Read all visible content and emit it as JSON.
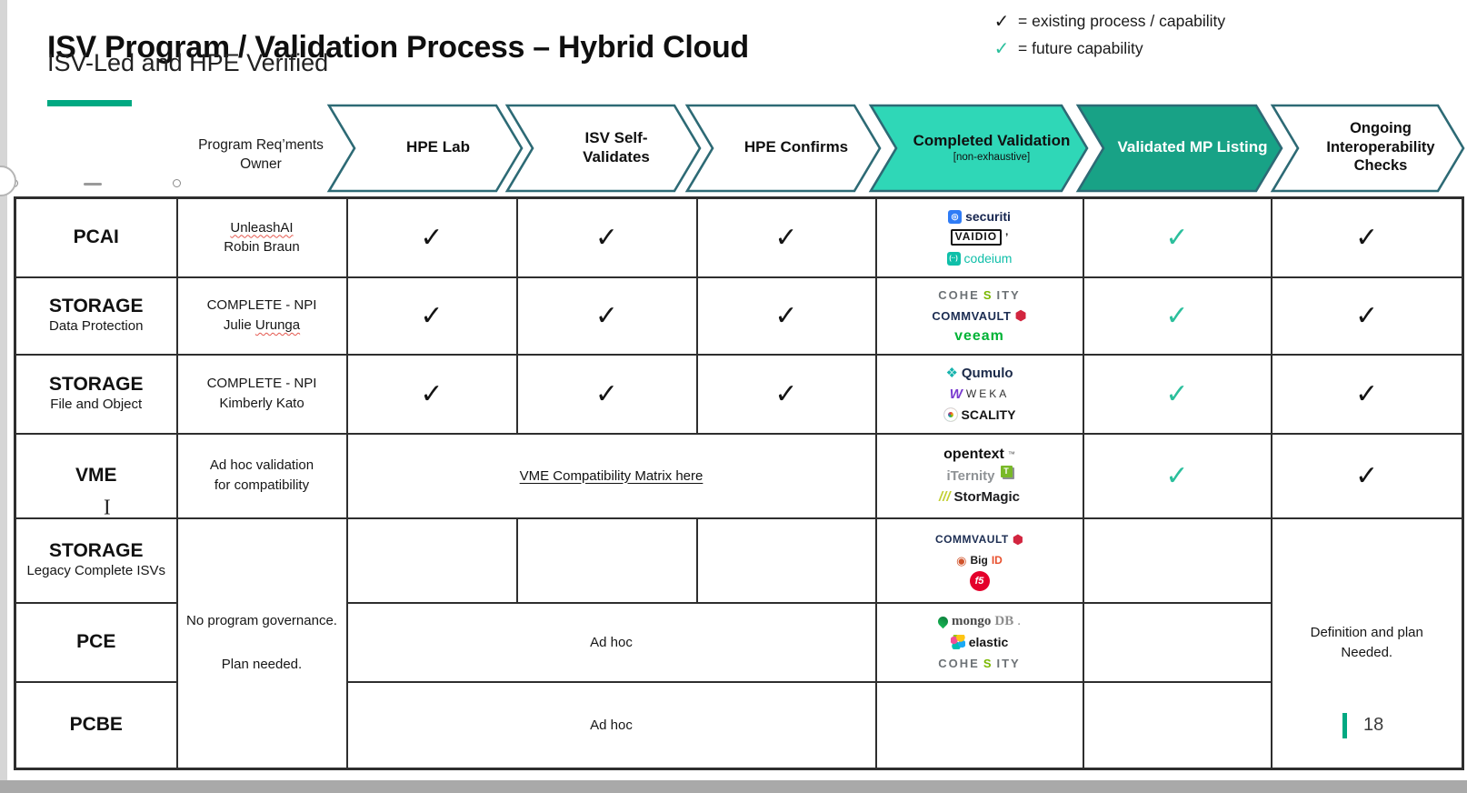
{
  "title": "ISV Program / Validation Process – Hybrid Cloud",
  "subtitle": "ISV-Led and HPE Verified",
  "legend": {
    "items": [
      {
        "check": "✓",
        "label": "= existing process / capability"
      },
      {
        "check": "✓",
        "label": "= future capability"
      }
    ]
  },
  "header": {
    "owner": "Program Req’ments Owner",
    "steps": [
      {
        "label": "HPE Lab"
      },
      {
        "label": "ISV Self-Validates"
      },
      {
        "label": "HPE Confirms"
      },
      {
        "label": "Completed Validation",
        "sublabel": "[non-exhaustive]"
      },
      {
        "label": "Validated MP Listing"
      },
      {
        "label": "Ongoing Interoperability Checks"
      }
    ]
  },
  "colors": {
    "hpe_green": "#01a982",
    "chevron_outline": "#2d6a75",
    "completed_fill": "#2fd7b7",
    "validated_fill": "#18a286",
    "future_check_green": "#2bbf9c",
    "existing_check_black": "#1a1a1a"
  },
  "rows": {
    "pcai": {
      "cat": "PCAI",
      "owner1": "UnleashAI",
      "owner2": "Robin Braun",
      "lab": "✓",
      "self": "✓",
      "confirms": "✓",
      "mp": "✓",
      "interop": "✓",
      "logos": [
        {
          "name": "securiti",
          "icon": {
            "type": "sq",
            "bg": "#2f7cf6",
            "glyph": "◎",
            "fg": "#ffffff"
          },
          "parts": [
            {
              "t": "securiti",
              "c": "#16254f",
              "b": 1,
              "s": 14
            }
          ]
        },
        {
          "name": "vaidio",
          "parts": [
            {
              "t": "VAIDIO",
              "c": "#121212",
              "b": 1,
              "s": 12,
              "ls": 1,
              "box": 1
            },
            {
              "t": "’",
              "c": "#121212",
              "b": 1,
              "s": 12
            }
          ]
        },
        {
          "name": "codeium",
          "icon": {
            "type": "sq",
            "bg": "#0fbfa9",
            "glyph": "(··)",
            "fg": "#ffffff",
            "s": 7
          },
          "parts": [
            {
              "t": "codeium",
              "c": "#10bfa9",
              "s": 14
            }
          ]
        }
      ]
    },
    "storage_dp": {
      "cat": "STORAGE",
      "sub": "Data Protection",
      "owner1": "COMPLETE - NPI",
      "owner2a": "Julie",
      "owner2b": "Urunga",
      "lab": "✓",
      "self": "✓",
      "confirms": "✓",
      "mp": "✓",
      "interop": "✓",
      "logos": [
        {
          "name": "cohesity",
          "parts": [
            {
              "t": "COHE",
              "c": "#6d7276",
              "b": 1,
              "s": 13,
              "ls": 2
            },
            {
              "t": "S",
              "c": "#7ab800",
              "b": 1,
              "s": 13,
              "ls": 2
            },
            {
              "t": "ITY",
              "c": "#6d7276",
              "b": 1,
              "s": 13,
              "ls": 2
            }
          ]
        },
        {
          "name": "commvault",
          "icon": {
            "type": "glyph",
            "glyph": "⬢",
            "c": "#d2253f",
            "s": 15,
            "after": 1
          },
          "parts": [
            {
              "t": "COMMVAULT",
              "c": "#1c2d52",
              "b": 1,
              "s": 13,
              "ls": 0.5
            }
          ]
        },
        {
          "name": "veeam",
          "parts": [
            {
              "t": "veeam",
              "c": "#00b336",
              "b": 1,
              "s": 16,
              "ls": 1
            }
          ]
        }
      ]
    },
    "storage_fo": {
      "cat": "STORAGE",
      "sub": "File and Object",
      "owner1": "COMPLETE - NPI",
      "owner2": "Kimberly Kato",
      "lab": "✓",
      "self": "✓",
      "confirms": "✓",
      "mp": "✓",
      "interop": "✓",
      "logos": [
        {
          "name": "qumulo",
          "icon": {
            "type": "glyph",
            "glyph": "❖",
            "c": "#17b3ad",
            "s": 15
          },
          "parts": [
            {
              "t": "Qumulo",
              "c": "#1c2b4a",
              "b": 1,
              "s": 15
            }
          ]
        },
        {
          "name": "weka",
          "icon": {
            "type": "glyph",
            "glyph": "W",
            "c": "#7a3bd0",
            "s": 15,
            "b": 1,
            "i": 1
          },
          "parts": [
            {
              "t": "WEKA",
              "c": "#303030",
              "s": 12,
              "ls": 3
            }
          ]
        },
        {
          "name": "scality",
          "icon": {
            "type": "ring"
          },
          "parts": [
            {
              "t": "SCALITY",
              "c": "#141414",
              "b": 1,
              "s": 14
            }
          ]
        }
      ]
    },
    "vme": {
      "cat": "VME",
      "owner1": "Ad hoc validation",
      "owner2": "for compatibility",
      "link": "VME Compatibility Matrix here",
      "mp": "✓",
      "interop": "✓",
      "logos": [
        {
          "name": "opentext",
          "parts": [
            {
              "t": "opentext",
              "c": "#101010",
              "b": 1,
              "s": 16
            },
            {
              "t": "™",
              "c": "#555555",
              "s": 8,
              "sup": 1
            }
          ]
        },
        {
          "name": "iternity",
          "icon": {
            "type": "tee",
            "glyph": "T",
            "after": 1
          },
          "parts": [
            {
              "t": "iTernity",
              "c": "#8f9396",
              "b": 1,
              "s": 15
            }
          ]
        },
        {
          "name": "stormagic",
          "parts": [
            {
              "t": "///",
              "c": "#c2cf30",
              "b": 1,
              "i": 1,
              "s": 15
            },
            {
              "t": "StorMagic",
              "c": "#1c1c1e",
              "b": 1,
              "s": 15
            }
          ]
        }
      ]
    },
    "storage_legacy": {
      "cat": "STORAGE",
      "sub": "Legacy Complete ISVs",
      "logos": [
        {
          "name": "commvault",
          "icon": {
            "type": "glyph",
            "glyph": "⬢",
            "c": "#d2253f",
            "s": 14,
            "after": 1
          },
          "parts": [
            {
              "t": "COMMVAULT",
              "c": "#1c2d52",
              "b": 1,
              "s": 12,
              "ls": 0.5
            }
          ]
        },
        {
          "name": "bigid",
          "icon": {
            "type": "glyph",
            "glyph": "◉",
            "c": "#d0542c",
            "s": 13
          },
          "parts": [
            {
              "t": "Big",
              "c": "#1c1c1c",
              "b": 1,
              "s": 12
            },
            {
              "t": "ID",
              "c": "#e8502e",
              "b": 1,
              "s": 12
            }
          ]
        },
        {
          "name": "f5",
          "icon": {
            "type": "ball",
            "glyph": "f5"
          }
        }
      ]
    },
    "pce": {
      "cat": "PCE",
      "adhoc": "Ad hoc",
      "logos": [
        {
          "name": "mongodb",
          "icon": {
            "type": "leaf"
          },
          "parts": [
            {
              "t": "mongo",
              "c": "#4a4a4a",
              "serif": 1,
              "b": 1,
              "s": 15
            },
            {
              "t": "DB",
              "c": "#8e8e8e",
              "serif": 1,
              "b": 1,
              "s": 15
            },
            {
              "t": ".",
              "c": "#8e8e8e",
              "serif": 1,
              "s": 15
            }
          ]
        },
        {
          "name": "elastic",
          "icon": {
            "type": "cluster"
          },
          "parts": [
            {
              "t": "elastic",
              "c": "#161616",
              "b": 1,
              "s": 14
            }
          ]
        },
        {
          "name": "cohesity",
          "parts": [
            {
              "t": "COHE",
              "c": "#6d7276",
              "b": 1,
              "s": 13,
              "ls": 2
            },
            {
              "t": "S",
              "c": "#7ab800",
              "b": 1,
              "s": 13,
              "ls": 2
            },
            {
              "t": "ITY",
              "c": "#6d7276",
              "b": 1,
              "s": 13,
              "ls": 2
            }
          ]
        }
      ]
    },
    "pcbe": {
      "cat": "PCBE",
      "adhoc": "Ad hoc"
    }
  },
  "shared": {
    "no_gov1": "No program governance.",
    "no_gov2": "Plan needed.",
    "definition1": "Definition and plan",
    "definition2": "Needed."
  },
  "page": {
    "number": "18"
  }
}
